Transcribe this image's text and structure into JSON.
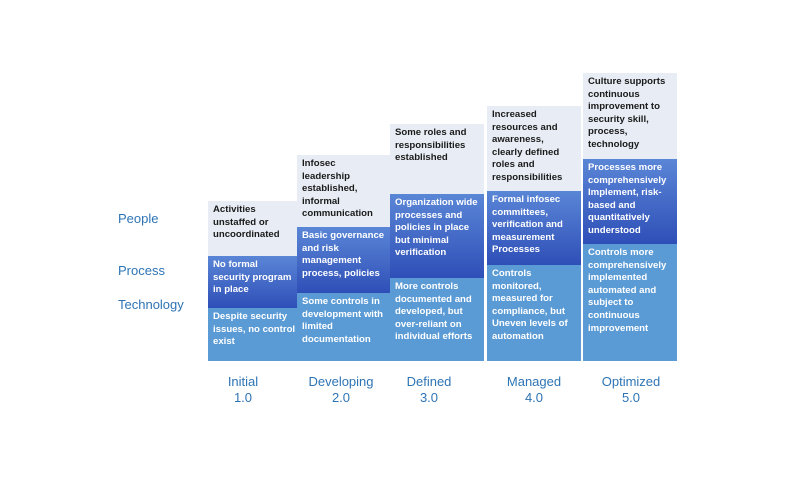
{
  "row_labels": {
    "people": "People",
    "process": "Process",
    "technology": "Technology"
  },
  "levels": [
    {
      "name": "Initial",
      "number": "1.0",
      "people": "Activities unstaffed or uncoordinated",
      "process": "No formal security program in place",
      "technology": "Despite security issues, no control exist"
    },
    {
      "name": "Developing",
      "number": "2.0",
      "people": "Infosec leadership established, informal communication",
      "process": "Basic governance and risk management process, policies",
      "technology": "Some controls in development with limited documentation"
    },
    {
      "name": "Defined",
      "number": "3.0",
      "people": "Some roles and responsibilities established",
      "process": "Organization wide processes and policies in place but minimal verification",
      "technology": "More controls documented and developed, but over-reliant on individual efforts"
    },
    {
      "name": "Managed",
      "number": "4.0",
      "people": "Increased resources and awareness, clearly defined roles and responsibilities",
      "process": "Formal infosec committees, verification and measurement Processes",
      "technology": "Controls monitored, measured for compliance, but Uneven levels of automation"
    },
    {
      "name": "Optimized",
      "number": "5.0",
      "people": "Culture supports continuous improvement to security skill, process, technology",
      "process": "Processes more comprehensively Implement, risk-based and quantitatively understood",
      "technology": "Controls more comprehensively implemented automated and subject to continuous improvement"
    }
  ],
  "colors": {
    "label_blue": "#2e74b5",
    "people_fill": "#e8edf5",
    "process_fill_top": "#5a86d6",
    "process_fill_bottom": "#2f4fb8",
    "technology_fill": "#5b9bd5"
  }
}
